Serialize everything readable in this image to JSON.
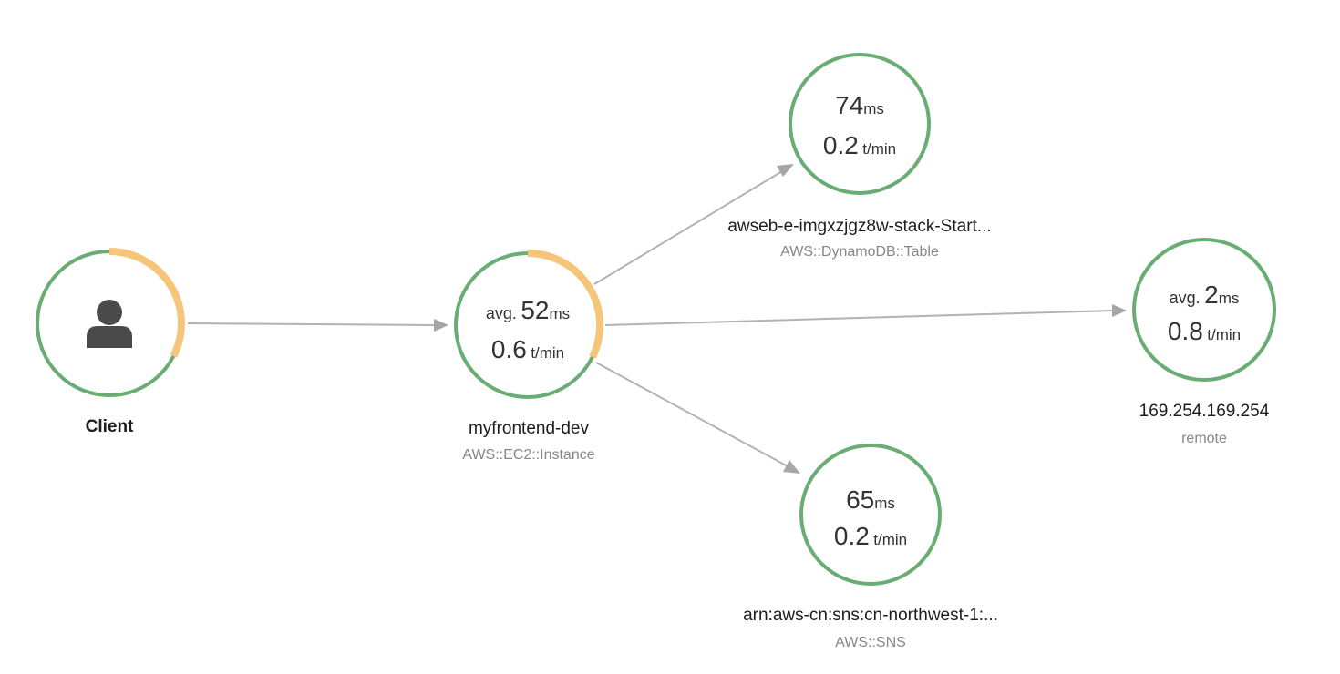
{
  "colors": {
    "ok": "#6aad74",
    "error": "#f5c57a",
    "edge": "#b3b3b3"
  },
  "nodes": {
    "client": {
      "name": "Client",
      "icon": "user-icon"
    },
    "frontend": {
      "name": "myfrontend-dev",
      "type": "AWS::EC2::Instance",
      "avg_prefix": "avg.",
      "latency": "52",
      "latency_unit": "ms",
      "throughput": "0.6",
      "throughput_unit": "t/min"
    },
    "dynamodb": {
      "name": "awseb-e-imgxzjgz8w-stack-Start...",
      "type": "AWS::DynamoDB::Table",
      "latency": "74",
      "latency_unit": "ms",
      "throughput": "0.2",
      "throughput_unit": "t/min"
    },
    "remote": {
      "name": "169.254.169.254",
      "type": "remote",
      "avg_prefix": "avg.",
      "latency": "2",
      "latency_unit": "ms",
      "throughput": "0.8",
      "throughput_unit": "t/min"
    },
    "sns": {
      "name": "arn:aws-cn:sns:cn-northwest-1:...",
      "type": "AWS::SNS",
      "latency": "65",
      "latency_unit": "ms",
      "throughput": "0.2",
      "throughput_unit": "t/min"
    }
  },
  "edges": [
    {
      "from": "Client",
      "to": "myfrontend-dev"
    },
    {
      "from": "myfrontend-dev",
      "to": "awseb-e-imgxzjgz8w-stack-Start..."
    },
    {
      "from": "myfrontend-dev",
      "to": "169.254.169.254"
    },
    {
      "from": "myfrontend-dev",
      "to": "arn:aws-cn:sns:cn-northwest-1:..."
    }
  ]
}
